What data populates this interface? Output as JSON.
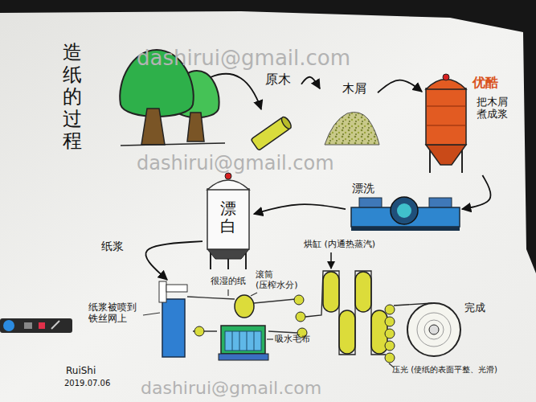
{
  "diagram": {
    "title": "造纸的过程",
    "nodes": [
      {
        "text": [
          "原木"
        ]
      },
      {
        "text": [
          "木屑"
        ]
      },
      {
        "text": [
          "把木屑煮成浆"
        ]
      },
      {
        "text": [
          "漂洗"
        ]
      },
      {
        "text": [
          "漂白"
        ]
      },
      {
        "text": [
          "纸浆被喷到铁丝网上"
        ]
      }
    ],
    "edges": [
      {
        "from": 0,
        "to": 1,
        "arrow": "to"
      },
      {
        "from": 1,
        "to": 2,
        "arrow": "to"
      },
      {
        "from": 2,
        "to": 3,
        "arrow": "to"
      },
      {
        "from": 3,
        "to": 4,
        "arrow": "to"
      },
      {
        "from": 4,
        "to": 5,
        "label": "纸浆",
        "arrow": "to"
      }
    ],
    "labels": [
      "dashirui@gmail.com",
      "优酷",
      "dashirui@gmail.com",
      "很湿的纸",
      "滚筒 (压榨水分)",
      "烘缸 (内通热蒸汽)",
      "吸水毛布",
      "完成",
      "压光 (使纸的表面平整、光滑)",
      "RuiShi",
      "2019.07.06",
      "dashirui@gmail.com"
    ]
  }
}
